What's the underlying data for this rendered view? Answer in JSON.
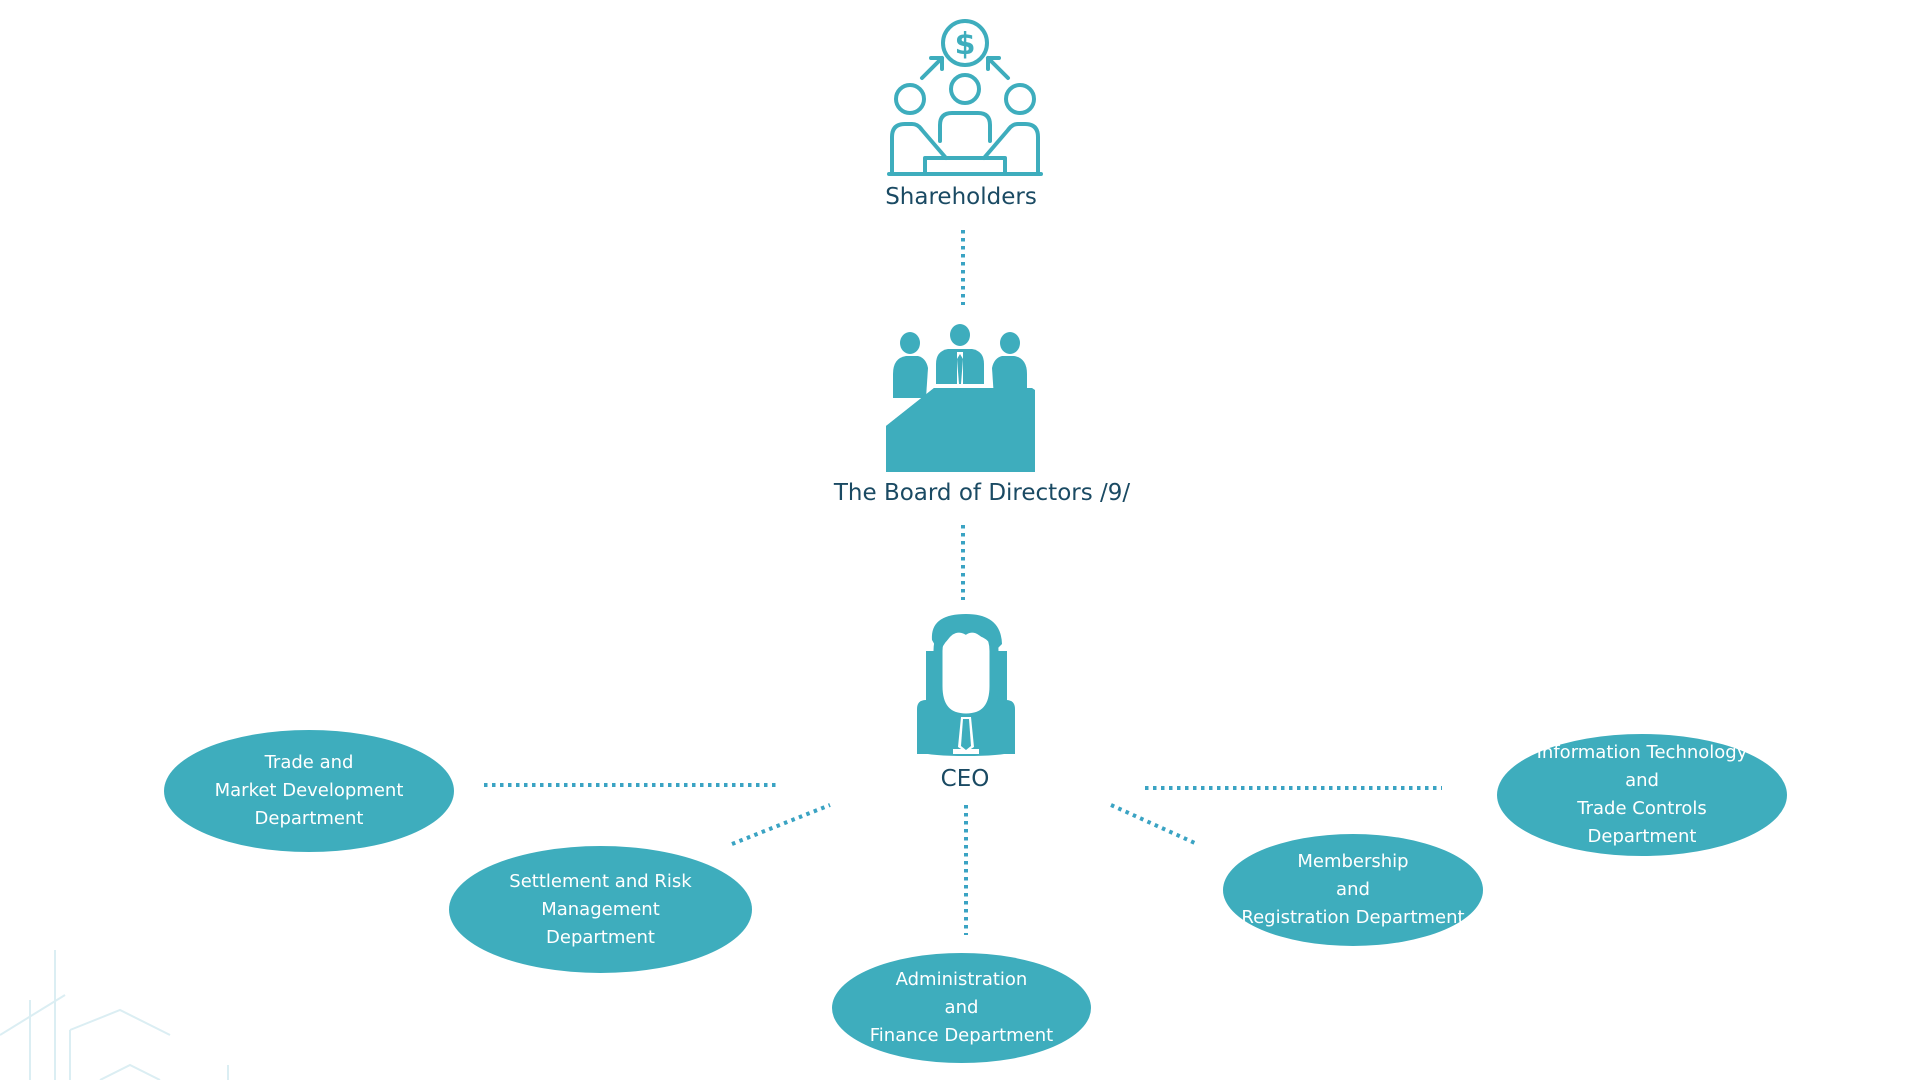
{
  "colors": {
    "accent": "#3eadbd",
    "label": "#1a4a63",
    "line": "#3aa3c3",
    "background": "#ffffff",
    "watermark": "#dbeef3"
  },
  "nodes": {
    "shareholders": {
      "label": "Shareholders",
      "icon": "shareholders-meeting-icon"
    },
    "board": {
      "label": "The Board of Directors /9/",
      "icon": "board-meeting-icon"
    },
    "ceo": {
      "label": "CEO",
      "icon": "ceo-businessman-icon"
    }
  },
  "departments": [
    {
      "key": "trade",
      "lines": [
        "Trade and",
        "Market Development",
        "Department"
      ]
    },
    {
      "key": "settlement",
      "lines": [
        "Settlement and Risk",
        "Management",
        "Department"
      ]
    },
    {
      "key": "admin",
      "lines": [
        "Administration",
        "and",
        "Finance Department"
      ]
    },
    {
      "key": "membership",
      "lines": [
        "Membership",
        "and",
        "Registration Department"
      ]
    },
    {
      "key": "it",
      "lines": [
        "Information Technology",
        "and",
        "Trade Controls",
        "Department"
      ]
    }
  ]
}
